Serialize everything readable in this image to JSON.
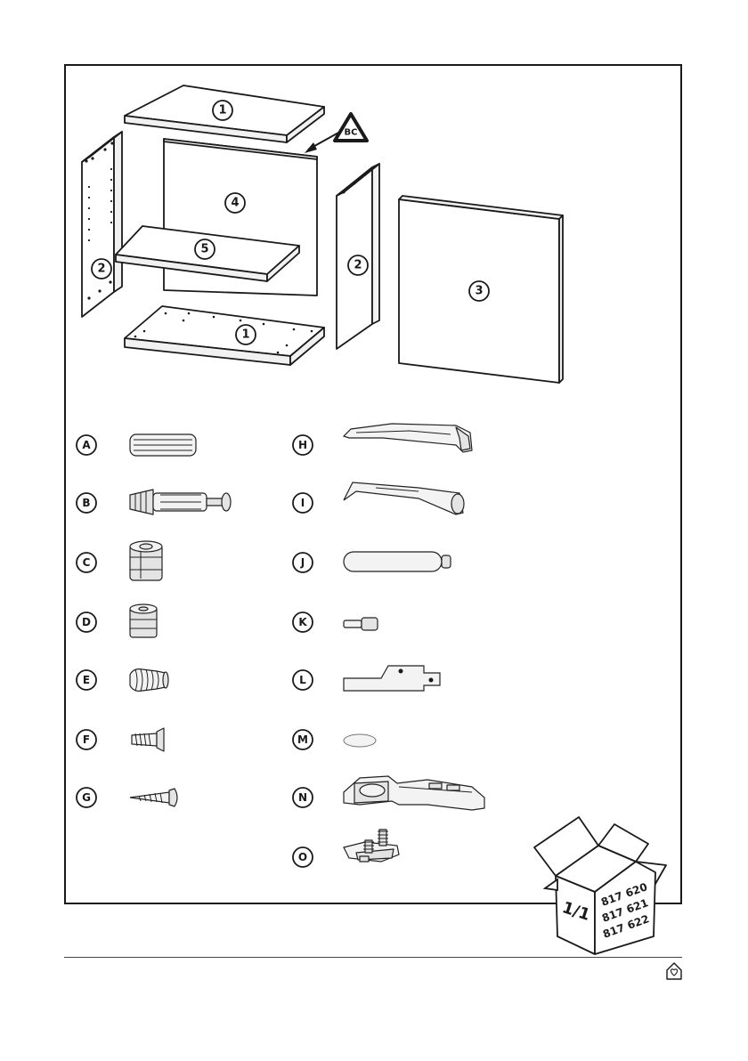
{
  "panels": {
    "top": "1",
    "bottom": "1",
    "side_left": "2",
    "side_right": "2",
    "door": "3",
    "back": "4",
    "shelf": "5"
  },
  "back_panel_tag": "BC",
  "hardware": [
    {
      "label": "A",
      "part": "dowel"
    },
    {
      "label": "B",
      "part": "connector-bolt"
    },
    {
      "label": "C",
      "part": "cam-lock"
    },
    {
      "label": "D",
      "part": "small-cam-lock"
    },
    {
      "label": "E",
      "part": "plastic-anchor"
    },
    {
      "label": "F",
      "part": "short-screw"
    },
    {
      "label": "G",
      "part": "wood-screw"
    },
    {
      "label": "H",
      "part": "handle-bracket"
    },
    {
      "label": "I",
      "part": "handle-clip"
    },
    {
      "label": "J",
      "part": "push-opener"
    },
    {
      "label": "K",
      "part": "shelf-pin"
    },
    {
      "label": "L",
      "part": "mounting-plate"
    },
    {
      "label": "M",
      "part": "bumper-pad"
    },
    {
      "label": "N",
      "part": "hinge"
    },
    {
      "label": "O",
      "part": "hinge-plate"
    }
  ],
  "package": {
    "count": "1/1",
    "codes": [
      "817 620",
      "817 621",
      "817 622"
    ]
  },
  "icons": {
    "brand": "house-heart-icon",
    "package": "open-box-icon",
    "warning": "triangle-badge-icon"
  }
}
